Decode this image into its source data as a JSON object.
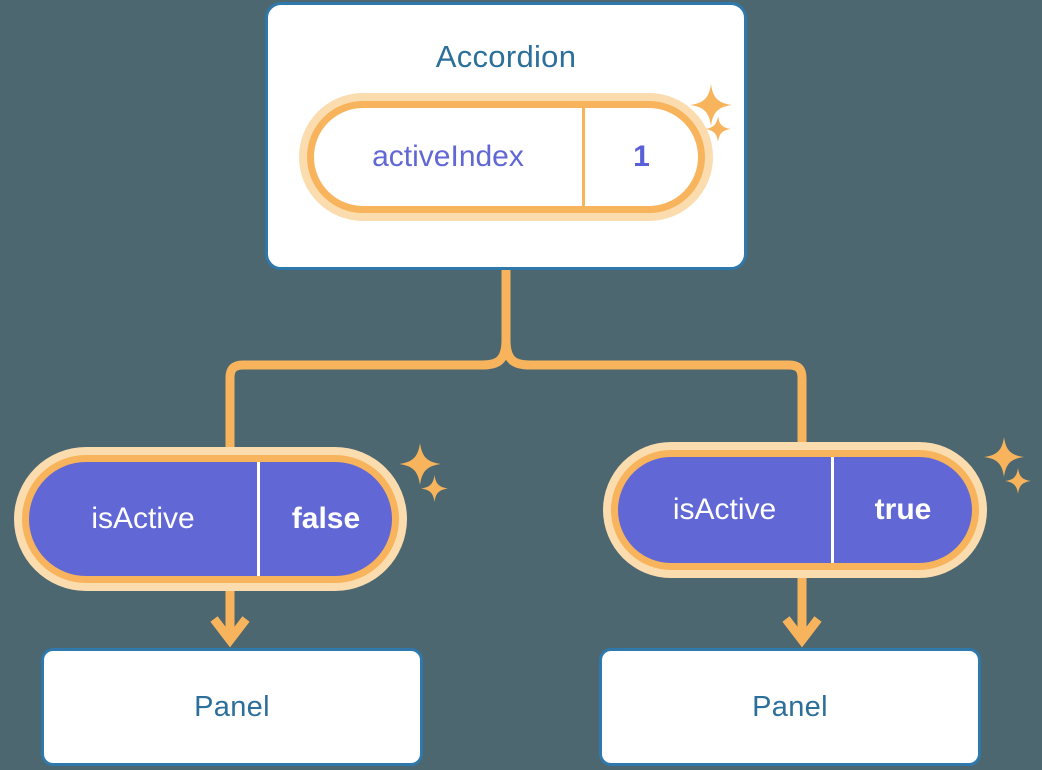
{
  "theme": {
    "background": "#4c6770",
    "card_bg": "#ffffff",
    "card_border": "#2f78ab",
    "title_color": "#2c6f9b",
    "pill_ring": "#f8b45c",
    "pill_halo": "#fbdcae",
    "pill_purple": "#6167d4",
    "pill_value_text": "#5a60d8",
    "connector": "#f8b45c",
    "sparkle": "#f8b45c"
  },
  "diagram": {
    "root": {
      "title": "Accordion",
      "prop": {
        "key": "activeIndex",
        "value": "1"
      }
    },
    "branches": [
      {
        "state": {
          "key": "isActive",
          "value": "false"
        },
        "child": {
          "title": "Panel"
        }
      },
      {
        "state": {
          "key": "isActive",
          "value": "true"
        },
        "child": {
          "title": "Panel"
        }
      }
    ],
    "icons": {
      "sparkle": "sparkle-icon",
      "arrow": "arrow-down-icon"
    }
  }
}
